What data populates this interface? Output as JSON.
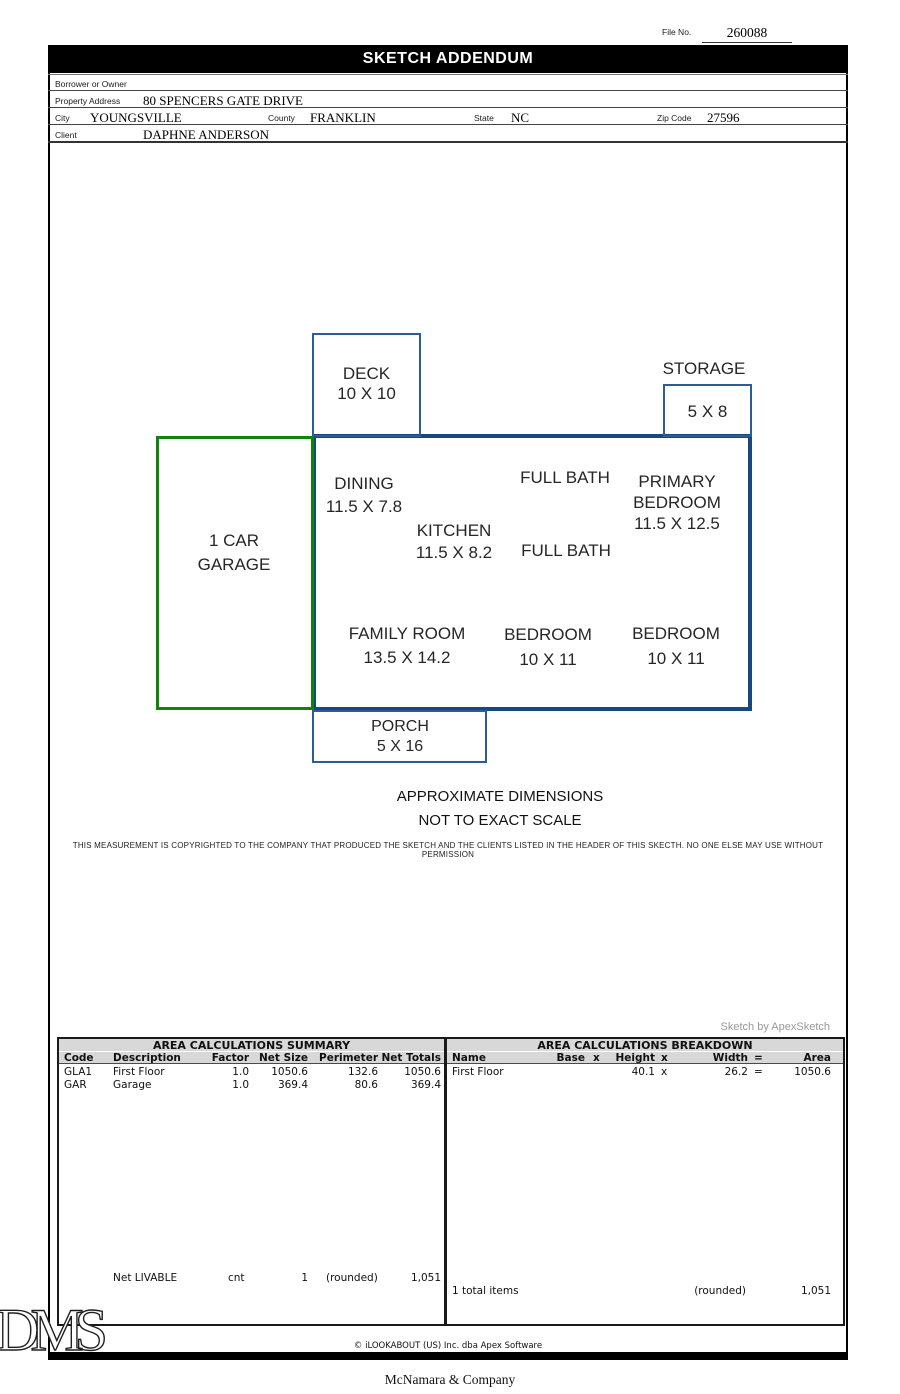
{
  "header": {
    "file_no_label": "File No.",
    "file_no_value": "260088",
    "title": "SKETCH ADDENDUM"
  },
  "form": {
    "borrower_label": "Borrower or Owner",
    "property_address_label": "Property Address",
    "property_address_value": "80 SPENCERS GATE DRIVE",
    "city_label": "City",
    "city_value": "YOUNGSVILLE",
    "county_label": "County",
    "county_value": "FRANKLIN",
    "state_label": "State",
    "state_value": "NC",
    "zip_label": "Zip Code",
    "zip_value": "27596",
    "client_label": "Client",
    "client_value": "DAPHNE ANDERSON"
  },
  "sketch": {
    "colors": {
      "main_outline": "#17477d",
      "attachment_outline": "#2e5c9b",
      "garage_outline": "#0f820f"
    },
    "rooms": {
      "deck": {
        "name": "DECK",
        "dims": "10 X 10"
      },
      "storage": {
        "name": "STORAGE",
        "dims": "5 X 8"
      },
      "dining": {
        "name": "DINING",
        "dims": "11.5 X 7.8"
      },
      "full_bath_1": {
        "name": "FULL BATH",
        "dims": ""
      },
      "primary_bedroom": {
        "name": "PRIMARY BEDROOM",
        "dims": "11.5 X 12.5"
      },
      "kitchen": {
        "name": "KITCHEN",
        "dims": "11.5 X 8.2"
      },
      "full_bath_2": {
        "name": "FULL BATH",
        "dims": ""
      },
      "garage": {
        "name": "1 CAR GARAGE",
        "dims": ""
      },
      "family_room": {
        "name": "FAMILY ROOM",
        "dims": "13.5 X 14.2"
      },
      "bedroom_1": {
        "name": "BEDROOM",
        "dims": "10 X 11"
      },
      "bedroom_2": {
        "name": "BEDROOM",
        "dims": "10 X 11"
      },
      "porch": {
        "name": "PORCH",
        "dims": "5 X 16"
      }
    },
    "note_line1": "APPROXIMATE DIMENSIONS",
    "note_line2": "NOT TO EXACT SCALE",
    "copyright_notice": "THIS MEASUREMENT IS COPYRIGHTED TO THE COMPANY THAT PRODUCED THE SKETCH AND THE CLIENTS LISTED IN THE HEADER OF THIS SKECTH. NO ONE ELSE MAY USE WITHOUT PERMISSION",
    "credit": "Sketch by ApexSketch"
  },
  "summary_table": {
    "title": "AREA CALCULATIONS SUMMARY",
    "columns": [
      "Code",
      "Description",
      "Factor",
      "Net Size",
      "Perimeter",
      "Net Totals"
    ],
    "rows": [
      {
        "code": "GLA1",
        "description": "First Floor",
        "factor": "1.0",
        "net_size": "1050.6",
        "perimeter": "132.6",
        "net_totals": "1050.6"
      },
      {
        "code": "GAR",
        "description": "Garage",
        "factor": "1.0",
        "net_size": "369.4",
        "perimeter": "80.6",
        "net_totals": "369.4"
      }
    ],
    "total_row": {
      "label": "Net LIVABLE",
      "unit": "cnt",
      "count": "1",
      "rounded_label": "(rounded)",
      "total": "1,051"
    }
  },
  "breakdown_table": {
    "title": "AREA CALCULATIONS BREAKDOWN",
    "columns": [
      "Name",
      "Base",
      "x",
      "Height",
      "x",
      "Width",
      "=",
      "Area"
    ],
    "rows": [
      {
        "name": "First Floor",
        "base": "",
        "x1": "",
        "height": "40.1",
        "x2": "x",
        "width": "26.2",
        "eq": "=",
        "area": "1050.6"
      }
    ],
    "total_row": {
      "label": "1 total items",
      "rounded_label": "(rounded)",
      "total": "1,051"
    }
  },
  "footer": {
    "software_credit": "© iLOOKABOUT (US) Inc. dba Apex Software",
    "watermark": "DMS",
    "company": "McNamara & Company"
  }
}
